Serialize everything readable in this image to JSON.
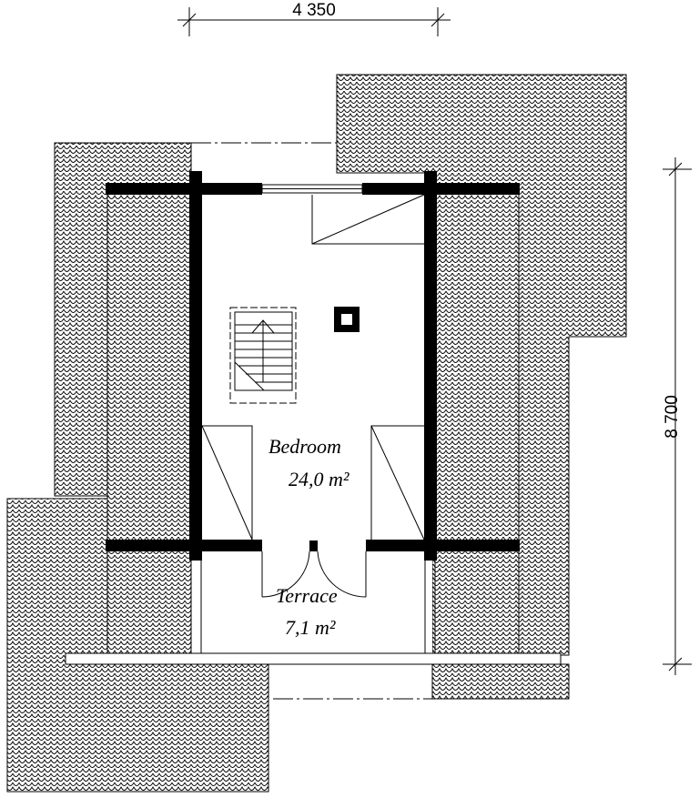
{
  "dimensions": {
    "width_label": "4 350",
    "height_label": "8 700"
  },
  "rooms": [
    {
      "name": "Bedroom",
      "area": "24,0 m²"
    },
    {
      "name": "Terrace",
      "area": "7,1 m²"
    }
  ],
  "colors": {
    "wall": "#000000",
    "roof_tile": "#000000",
    "background": "#ffffff"
  }
}
